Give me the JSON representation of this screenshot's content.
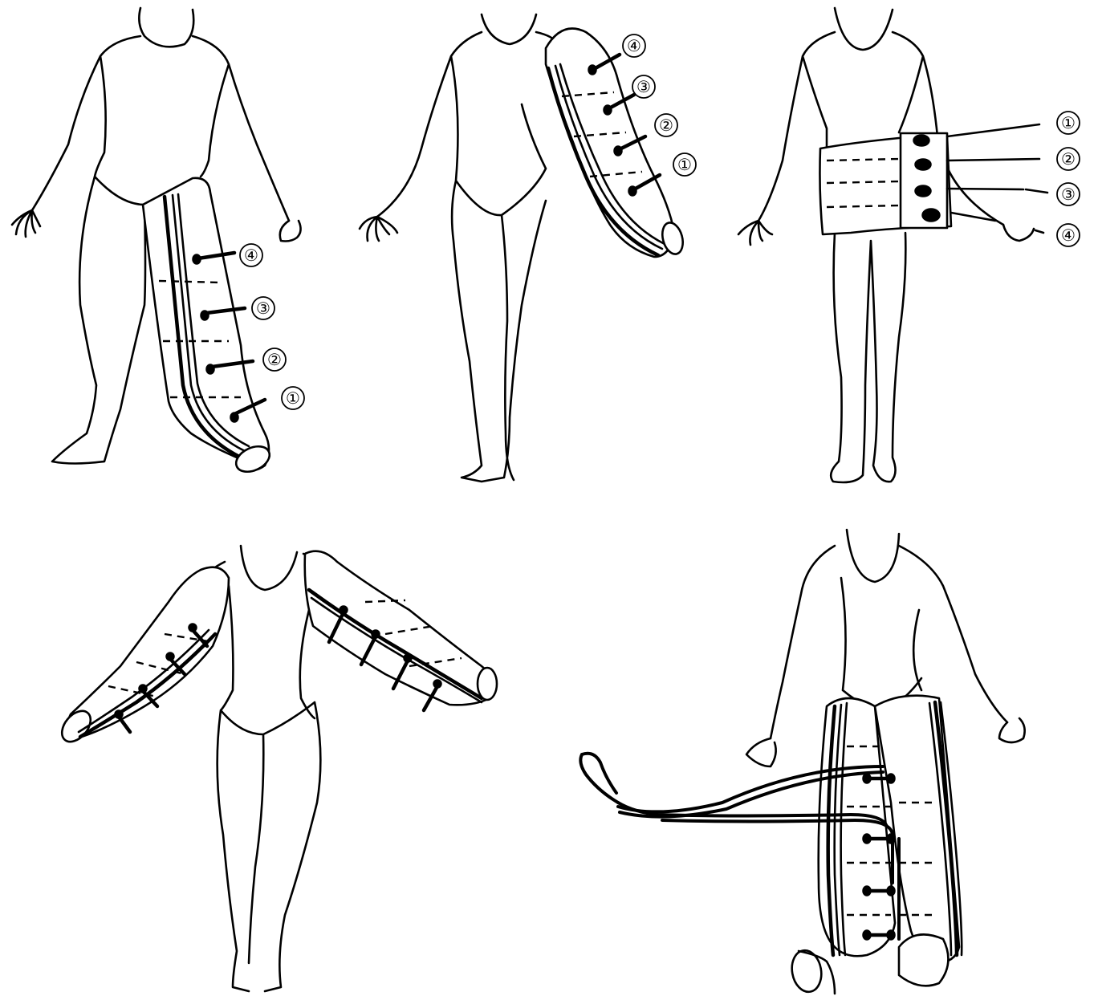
{
  "figures": [
    {
      "id": "fig1",
      "type": "leg-sleeve",
      "labels": [
        "④",
        "③",
        "②",
        "①"
      ]
    },
    {
      "id": "fig2",
      "type": "arm-sleeve",
      "labels": [
        "④",
        "③",
        "②",
        "①"
      ]
    },
    {
      "id": "fig3",
      "type": "waist-wrap",
      "labels": [
        "①",
        "②",
        "③",
        "④"
      ]
    },
    {
      "id": "fig4",
      "type": "two-arm-sleeves",
      "labels": []
    },
    {
      "id": "fig5",
      "type": "two-leg-sleeves-with-tubes",
      "labels": []
    }
  ],
  "colors": {
    "ink": "#000000",
    "paper": "#ffffff"
  }
}
